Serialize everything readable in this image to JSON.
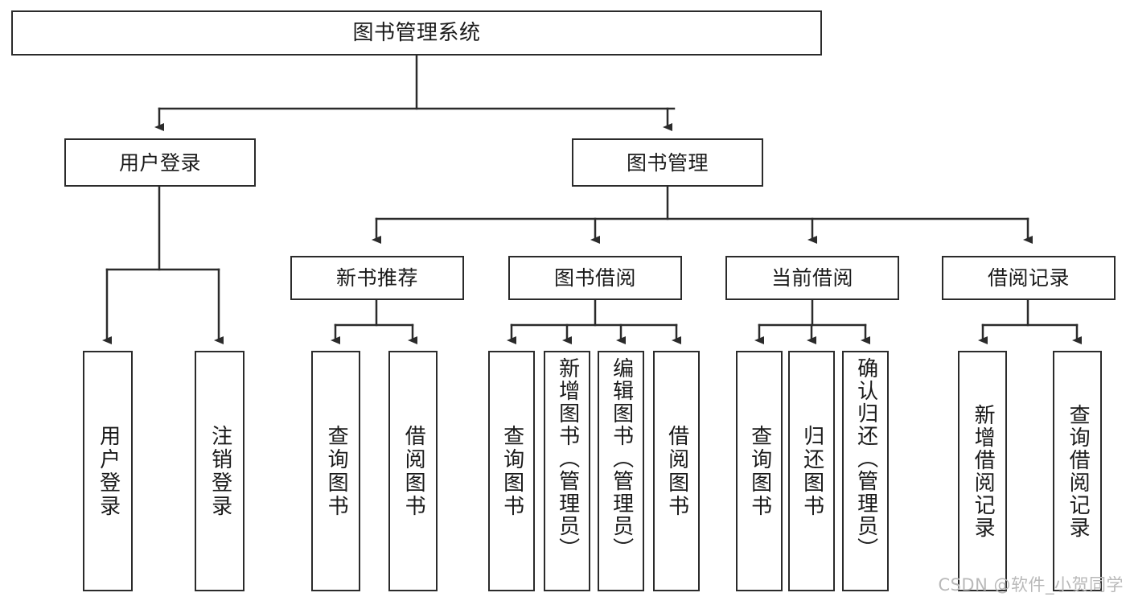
{
  "diagram": {
    "type": "hierarchy-tree",
    "title": "图书管理系统",
    "watermark": "CSDN @软件_小贺同学",
    "colors": {
      "box_border": "#2b2b2b",
      "box_fill": "#ffffff",
      "connector": "#2b2b2b",
      "text": "#1a1a1a",
      "watermark": "#b9b9b9"
    },
    "levels": {
      "level1": [
        "图书管理系统"
      ],
      "level2": [
        "用户登录",
        "图书管理"
      ],
      "level3": [
        "新书推荐",
        "图书借阅",
        "当前借阅",
        "借阅记录"
      ],
      "level4": [
        "用户登录",
        "注销登录",
        "查询图书",
        "借阅图书",
        "查询图书",
        "新增图书（管理员）",
        "编辑图书（管理员）",
        "借阅图书",
        "查询图书",
        "归还图书",
        "确认归还（管理员）",
        "新增借阅记录",
        "查询借阅记录"
      ]
    },
    "nodes": {
      "root": {
        "label": "图书管理系统"
      },
      "user_login": {
        "label": "用户登录"
      },
      "book_mgmt": {
        "label": "图书管理"
      },
      "new_book_rec": {
        "label": "新书推荐"
      },
      "book_borrow": {
        "label": "图书借阅"
      },
      "current_borrow": {
        "label": "当前借阅"
      },
      "borrow_record": {
        "label": "借阅记录"
      },
      "leaf_user_login": {
        "label": "用户登录"
      },
      "leaf_logout": {
        "label": "注销登录"
      },
      "leaf_query_book_a": {
        "label": "查询图书"
      },
      "leaf_borrow_book_a": {
        "label": "借阅图书"
      },
      "leaf_query_book_b": {
        "label": "查询图书"
      },
      "leaf_add_book": {
        "label": "新增图书（管理员）"
      },
      "leaf_edit_book": {
        "label": "编辑图书（管理员）"
      },
      "leaf_borrow_book_b": {
        "label": "借阅图书"
      },
      "leaf_query_book_c": {
        "label": "查询图书"
      },
      "leaf_return_book": {
        "label": "归还图书"
      },
      "leaf_confirm_return": {
        "label": "确认归还（管理员）"
      },
      "leaf_add_record": {
        "label": "新增借阅记录"
      },
      "leaf_query_record": {
        "label": "查询借阅记录"
      }
    },
    "edges": [
      {
        "from": "图书管理系统",
        "to": "用户登录"
      },
      {
        "from": "图书管理系统",
        "to": "图书管理"
      },
      {
        "from": "用户登录",
        "to": "用户登录"
      },
      {
        "from": "用户登录",
        "to": "注销登录"
      },
      {
        "from": "图书管理",
        "to": "新书推荐"
      },
      {
        "from": "图书管理",
        "to": "图书借阅"
      },
      {
        "from": "图书管理",
        "to": "当前借阅"
      },
      {
        "from": "图书管理",
        "to": "借阅记录"
      },
      {
        "from": "新书推荐",
        "to": "查询图书"
      },
      {
        "from": "新书推荐",
        "to": "借阅图书"
      },
      {
        "from": "图书借阅",
        "to": "查询图书"
      },
      {
        "from": "图书借阅",
        "to": "新增图书（管理员）"
      },
      {
        "from": "图书借阅",
        "to": "编辑图书（管理员）"
      },
      {
        "from": "图书借阅",
        "to": "借阅图书"
      },
      {
        "from": "当前借阅",
        "to": "查询图书"
      },
      {
        "from": "当前借阅",
        "to": "归还图书"
      },
      {
        "from": "当前借阅",
        "to": "确认归还（管理员）"
      },
      {
        "from": "借阅记录",
        "to": "新增借阅记录"
      },
      {
        "from": "借阅记录",
        "to": "查询借阅记录"
      }
    ]
  }
}
